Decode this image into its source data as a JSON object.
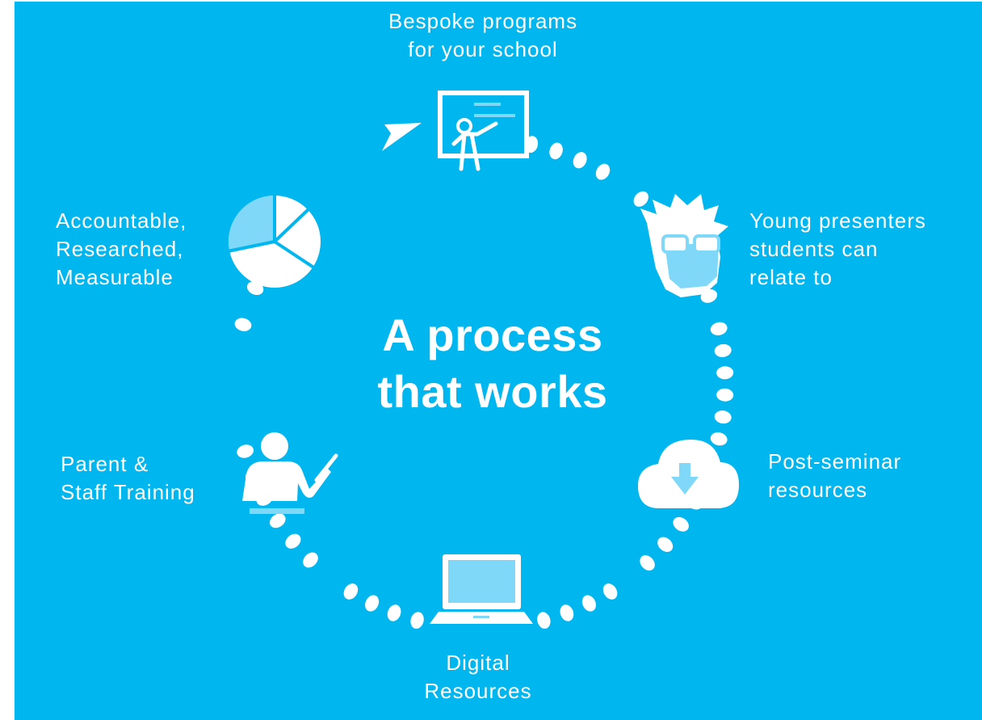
{
  "title": "A process\nthat works",
  "steps": {
    "bespoke": {
      "label": "Bespoke programs\nfor your school",
      "icon": "presenter-whiteboard-icon"
    },
    "young": {
      "label": "Young presenters\nstudents can\nrelate to",
      "icon": "young-presenter-face-icon"
    },
    "post": {
      "label": "Post-seminar\nresources",
      "icon": "cloud-download-icon"
    },
    "digital": {
      "label": "Digital\nResources",
      "icon": "laptop-icon"
    },
    "parent": {
      "label": "Parent &\nStaff Training",
      "icon": "teacher-pointer-icon"
    },
    "accountable": {
      "label": "Accountable,\nResearched,\nMeasurable",
      "icon": "pie-chart-icon"
    }
  },
  "colors": {
    "background": "#00b6ef",
    "foreground": "#ffffff",
    "light_accent": "#7fd8f7"
  }
}
